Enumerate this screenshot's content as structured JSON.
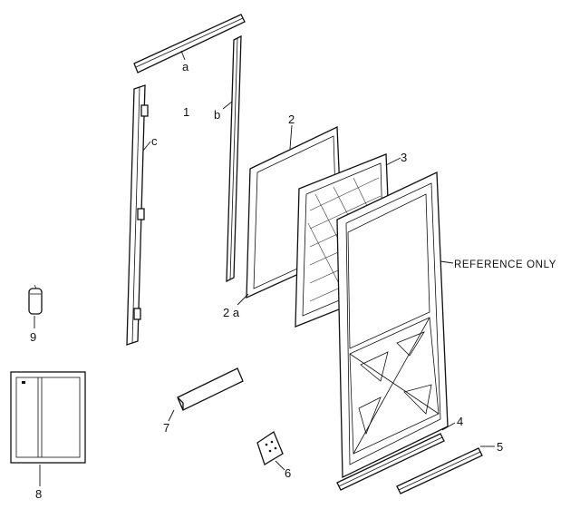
{
  "labels": {
    "a": "a",
    "b": "b",
    "c": "c",
    "one": "1",
    "two": "2",
    "two_a": "2 a",
    "three": "3",
    "four": "4",
    "five": "5",
    "six": "6",
    "seven": "7",
    "eight": "8",
    "nine": "9",
    "reference": "REFERENCE ONLY"
  }
}
